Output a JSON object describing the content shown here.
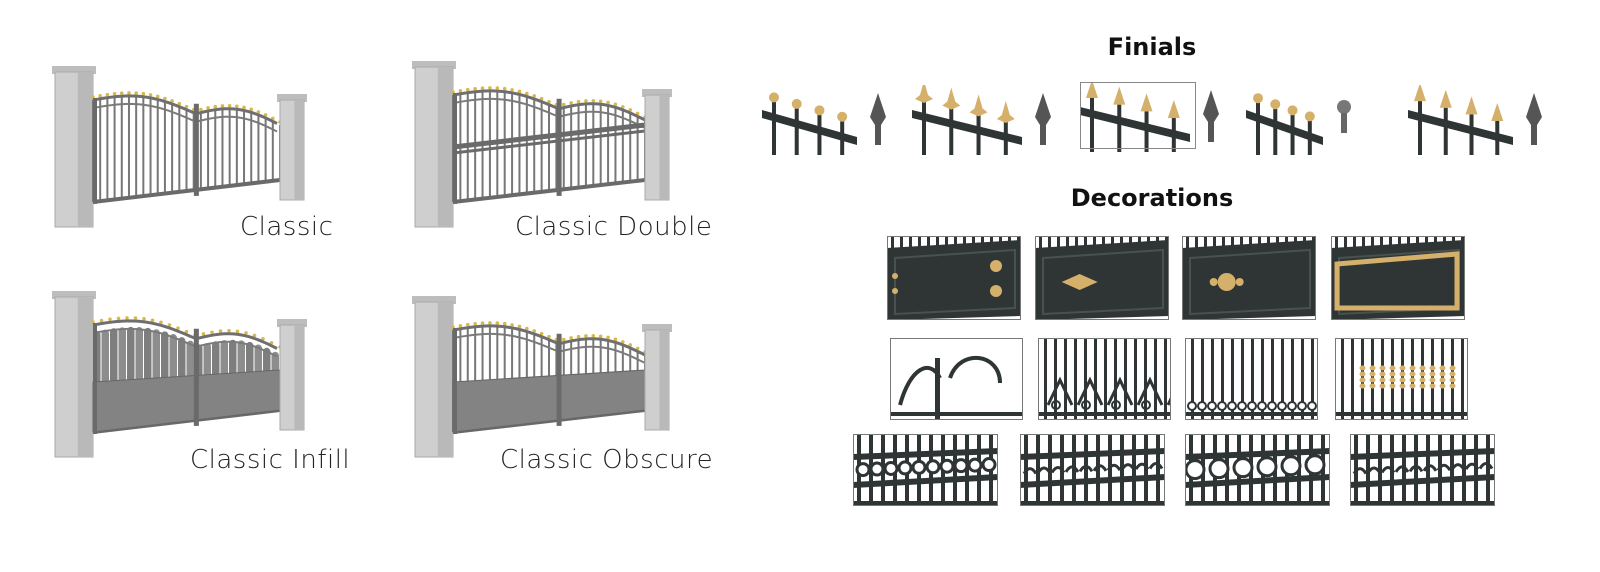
{
  "gates": [
    {
      "label": "Classic",
      "style": "classic"
    },
    {
      "label": "Classic Double",
      "style": "double"
    },
    {
      "label": "Classic Infill",
      "style": "infill"
    },
    {
      "label": "Classic Obscure",
      "style": "obscure"
    }
  ],
  "finials": {
    "title": "Finials",
    "items": [
      "ball",
      "fleur",
      "spear-selected",
      "round-ball",
      "spike"
    ],
    "selected_index": 2
  },
  "decorations": {
    "title": "Decorations",
    "rows": [
      [
        "double-dots",
        "diamond-rosette",
        "ornate-rosette",
        "gold-frame"
      ],
      [
        "scrolls",
        "hearts",
        "rings-base",
        "gold-collars"
      ],
      [
        "circles-band",
        "scroll-band",
        "large-circles-band",
        "c-scroll-band"
      ]
    ]
  },
  "colors": {
    "gold": "#d4b06a",
    "metal": "#2f3535",
    "gate_grey": "#8a8a8a",
    "pillar": "#cfcfcf"
  }
}
